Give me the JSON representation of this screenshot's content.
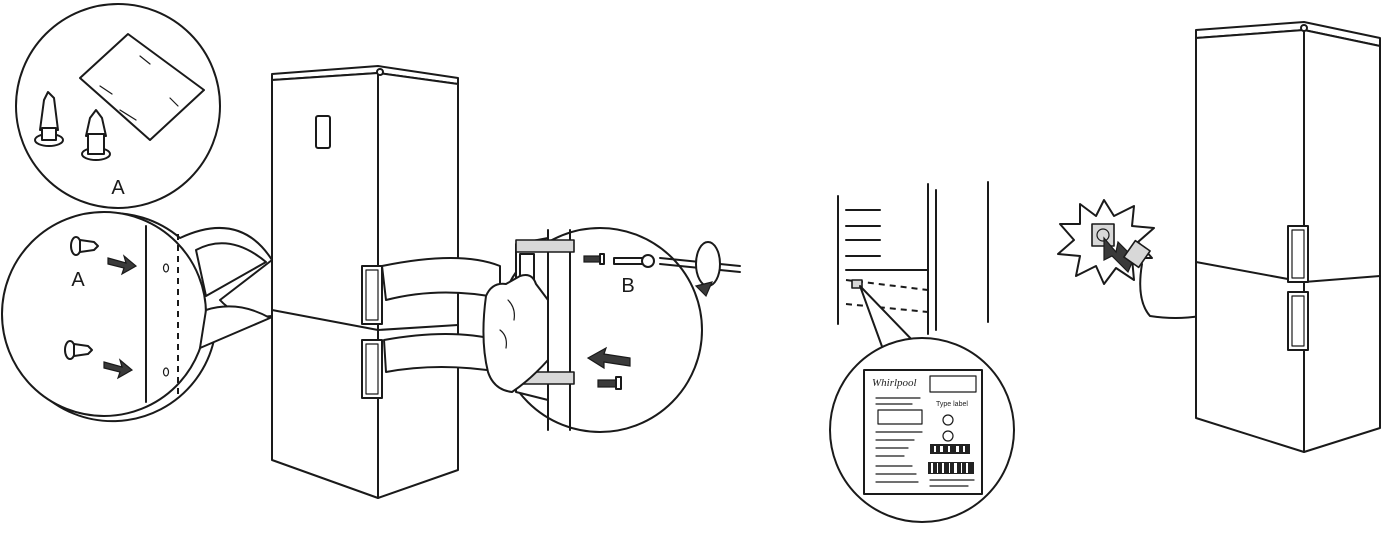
{
  "labels": {
    "part_a_top": "A",
    "part_a_side": "A",
    "part_b": "B"
  },
  "rating_plate": {
    "brand": "Whirlpool",
    "type_label": "Type label"
  },
  "icons": [
    "fridge-freezer-icon",
    "wall-plug-icon",
    "rating-plate-icon",
    "screwdriver-icon",
    "screw-icon",
    "door-stopper-icon"
  ]
}
